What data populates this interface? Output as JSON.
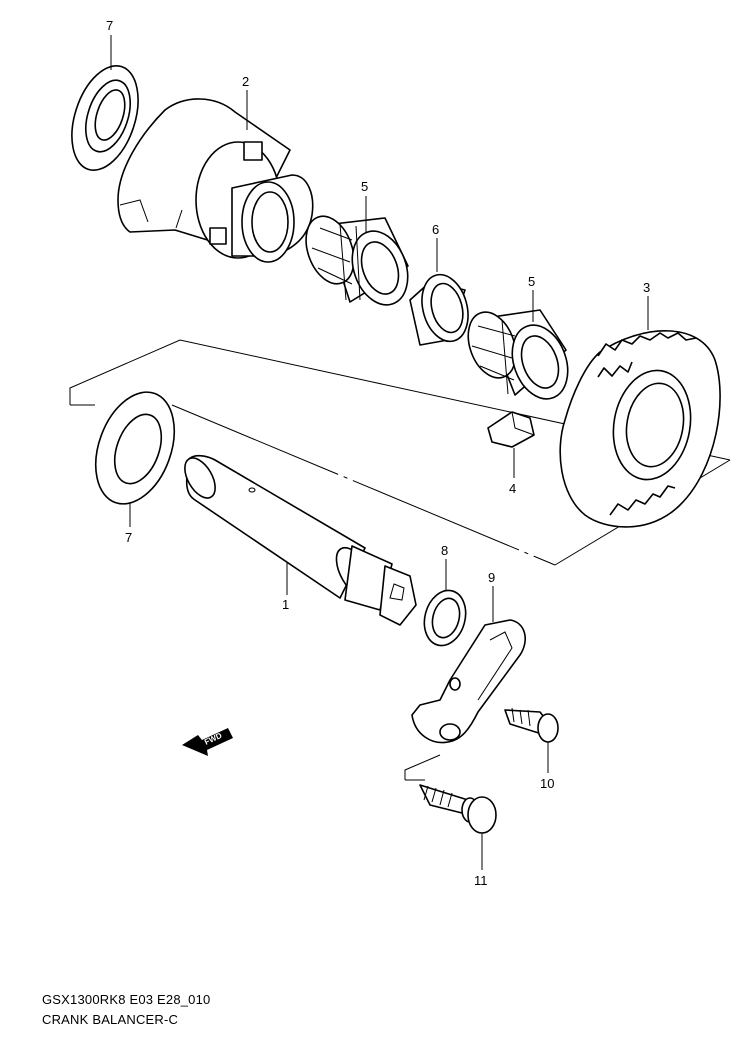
{
  "diagram": {
    "callouts": {
      "p7a": "7",
      "p2": "2",
      "p5a": "5",
      "p6": "6",
      "p5b": "5",
      "p3": "3",
      "p4": "4",
      "p7b": "7",
      "p1": "1",
      "p8": "8",
      "p9": "9",
      "p10": "10",
      "p11": "11"
    },
    "fwd_label": "FWD"
  },
  "caption": {
    "code": "GSX1300RK8 E03 E28_010",
    "title": "CRANK BALANCER-C"
  }
}
